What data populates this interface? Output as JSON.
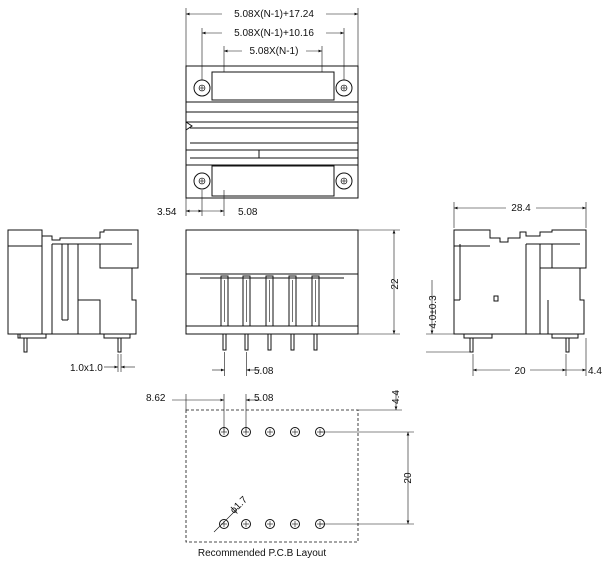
{
  "top_view": {
    "dim_overall": "5.08X(N-1)+17.24",
    "dim_flange": "5.08X(N-1)+10.16",
    "dim_pins": "5.08X(N-1)",
    "dim_offset": "3.54",
    "dim_pitch": "5.08"
  },
  "side_view": {
    "dim_pin": "1.0x1.0"
  },
  "front_view": {
    "dim_height": "22",
    "dim_pitch": "5.08"
  },
  "right_view": {
    "dim_width": "28.4",
    "dim_pin_len": "4.0±0.3",
    "dim_row": "20",
    "dim_end": "4.4"
  },
  "pcb_layout": {
    "dim_edge": "8.62",
    "dim_pitch": "5.08",
    "dim_top": "4.4",
    "dim_rows": "20",
    "dim_hole": "ϕ1.7",
    "caption": "Recommended P.C.B Layout"
  }
}
